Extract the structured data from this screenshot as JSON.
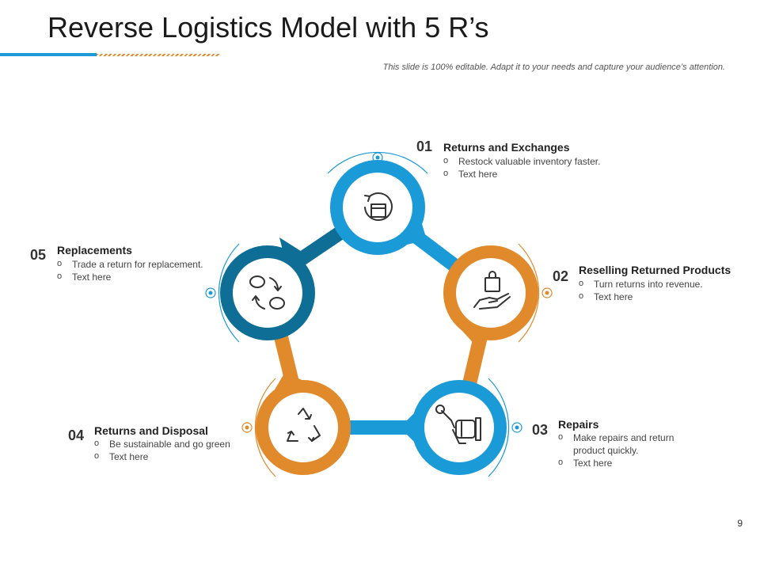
{
  "header": {
    "title": "Reverse Logistics Model with 5 R’s",
    "subtitle": "This slide is 100% editable. Adapt it to your needs and capture your audience’s attention."
  },
  "colors": {
    "blue": "#1a9bd7",
    "dark_blue": "#0f6e96",
    "orange": "#e08a2c",
    "icon": "#333333"
  },
  "steps": [
    {
      "number": "01",
      "title": "Returns and Exchanges",
      "bullets": [
        "Restock valuable  inventory faster.",
        "Text here"
      ],
      "icon": "box-refresh-icon",
      "color": "blue"
    },
    {
      "number": "02",
      "title": "Reselling Returned Products",
      "bullets": [
        "Turn returns into revenue.",
        "Text here"
      ],
      "icon": "hand-bag-icon",
      "color": "orange"
    },
    {
      "number": "03",
      "title": "Repairs",
      "bullets": [
        "Make repairs and return product quickly.",
        "Text here"
      ],
      "icon": "wrench-hand-icon",
      "color": "blue"
    },
    {
      "number": "04",
      "title": "Returns and Disposal",
      "bullets": [
        "Be sustainable and go green",
        "Text here"
      ],
      "icon": "recycle-icon",
      "color": "orange"
    },
    {
      "number": "05",
      "title": "Replacements",
      "bullets": [
        "Trade  a return for replacement.",
        "Text here"
      ],
      "icon": "swap-cycle-icon",
      "color": "dark_blue"
    }
  ],
  "footer": {
    "page_number": "9"
  }
}
